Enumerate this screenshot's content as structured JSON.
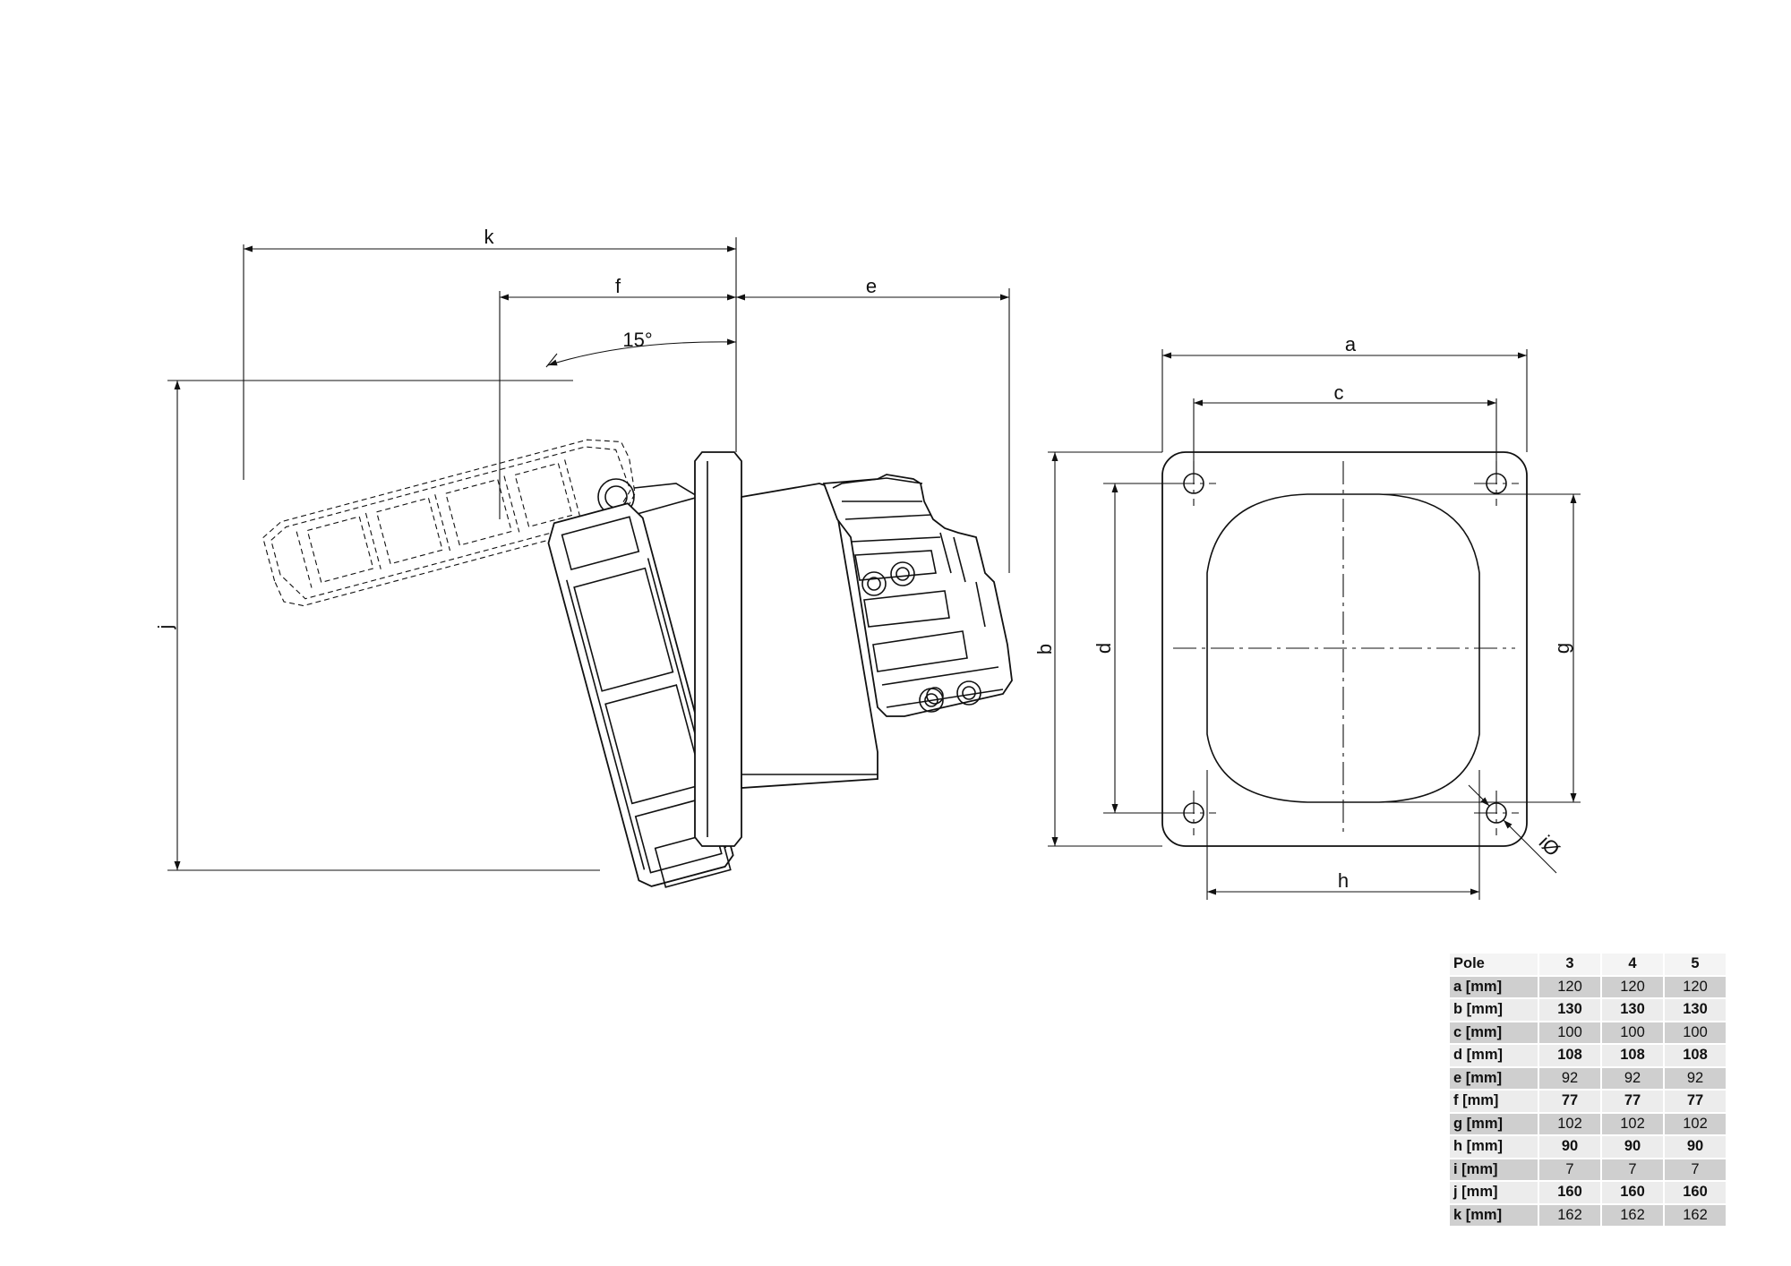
{
  "dimension_labels": {
    "k": "k",
    "f": "f",
    "e": "e",
    "angle": "15°",
    "j": "j",
    "a": "a",
    "c": "c",
    "b": "b",
    "d": "d",
    "g": "g",
    "h": "h",
    "i": "iØ"
  },
  "table": {
    "header": [
      "Pole",
      "3",
      "4",
      "5"
    ],
    "rows": [
      {
        "label": "a [mm]",
        "values": [
          "120",
          "120",
          "120"
        ]
      },
      {
        "label": "b [mm]",
        "values": [
          "130",
          "130",
          "130"
        ]
      },
      {
        "label": "c [mm]",
        "values": [
          "100",
          "100",
          "100"
        ]
      },
      {
        "label": "d [mm]",
        "values": [
          "108",
          "108",
          "108"
        ]
      },
      {
        "label": "e [mm]",
        "values": [
          "92",
          "92",
          "92"
        ]
      },
      {
        "label": "f [mm]",
        "values": [
          "77",
          "77",
          "77"
        ]
      },
      {
        "label": "g [mm]",
        "values": [
          "102",
          "102",
          "102"
        ]
      },
      {
        "label": "h [mm]",
        "values": [
          "90",
          "90",
          "90"
        ]
      },
      {
        "label": "i [mm]",
        "values": [
          "7",
          "7",
          "7"
        ]
      },
      {
        "label": "j [mm]",
        "values": [
          "160",
          "160",
          "160"
        ]
      },
      {
        "label": "k [mm]",
        "values": [
          "162",
          "162",
          "162"
        ]
      }
    ]
  }
}
